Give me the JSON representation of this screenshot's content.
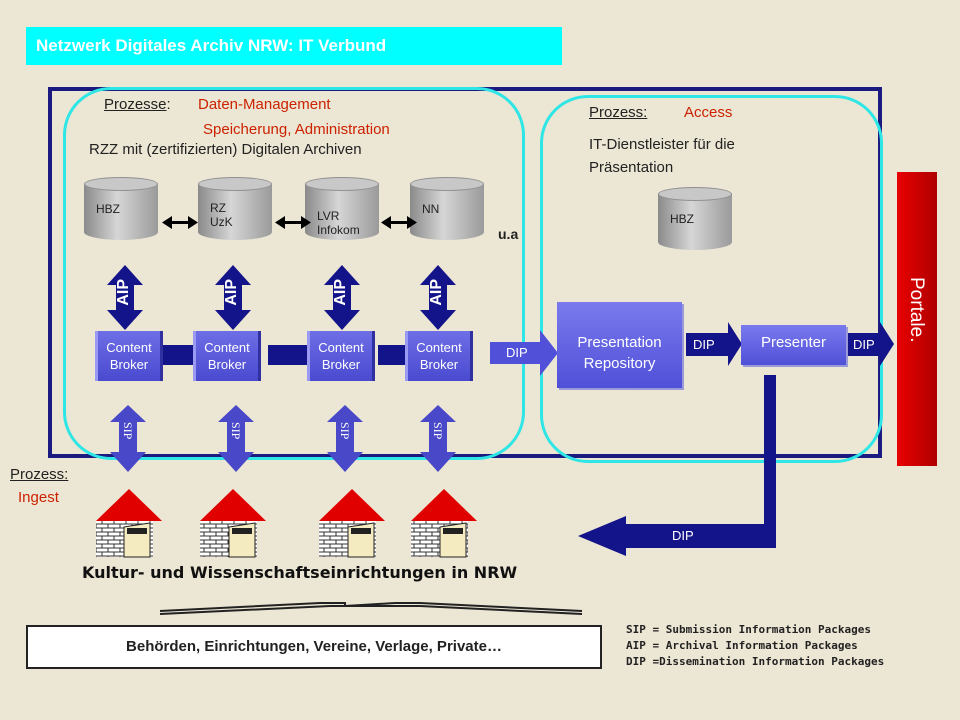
{
  "title": "Netzwerk Digitales Archiv NRW: IT Verbund",
  "left_zone": {
    "process_label": "Prozesse",
    "process_value_line1": "Daten-Management",
    "process_value_line2": "Speicherung, Administration",
    "subtitle": "RZZ mit (zertifizierten) Digitalen Archiven",
    "archives": [
      {
        "label": "HBZ"
      },
      {
        "label": "RZ\nUzK"
      },
      {
        "label": "LVR\nInfokom"
      },
      {
        "label": "NN"
      }
    ],
    "ua": "u.a",
    "aip_label": "AIP",
    "sip_label": "SIP",
    "broker_label": "Content\nBroker"
  },
  "right_zone": {
    "process_label": "Prozess:",
    "process_value": "Access",
    "desc": "IT-Dienstleister für die\nPräsentation",
    "archive": "HBZ",
    "repository": "Presentation\nRepository",
    "presenter": "Presenter"
  },
  "dip_label": "DIP",
  "portale": "Portale.",
  "ingest": {
    "label": "Prozess:",
    "value": "Ingest"
  },
  "institutions_caption": "Kultur- und Wissenschaftseinrichtungen in NRW",
  "bottom_box": "Behörden, Einrichtungen, Vereine, Verlage, Private…",
  "legend": [
    "SIP = Submission Information Packages",
    "AIP = Archival Information Packages",
    "DIP =Dissemination Information Packages"
  ],
  "colors": {
    "navy": "#14148a",
    "cyan": "#00ffff",
    "red": "#cc0000",
    "broker": "#5a5ad8"
  }
}
